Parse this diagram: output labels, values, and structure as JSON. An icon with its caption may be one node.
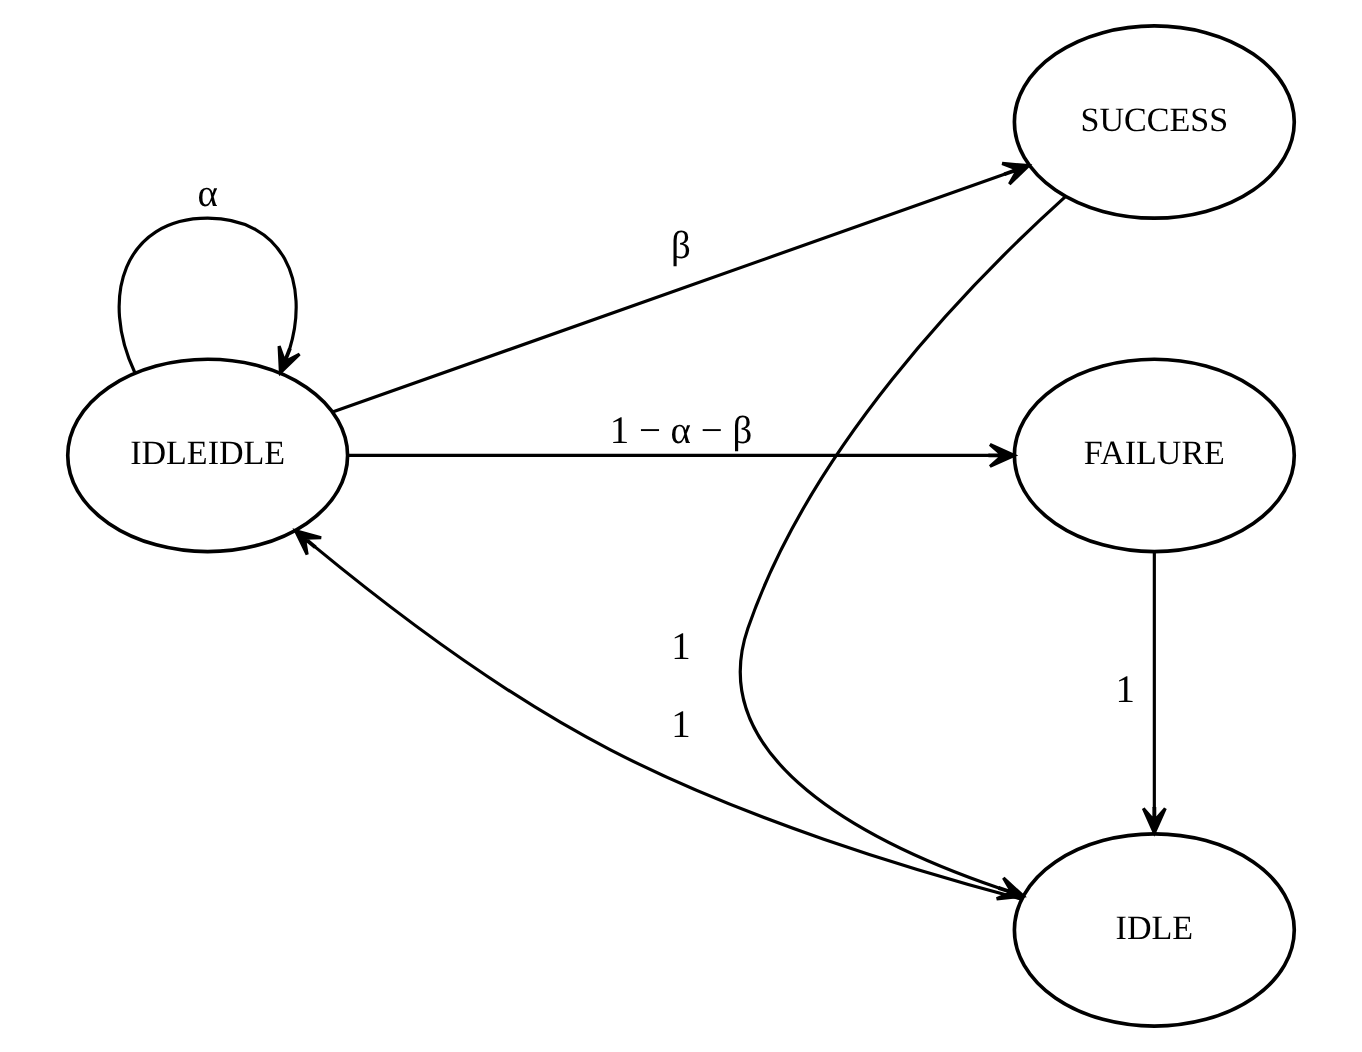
{
  "diagram": {
    "nodes": [
      {
        "text": [
          "IDLEIDLE"
        ]
      },
      {
        "text": [
          "SUCCESS"
        ]
      },
      {
        "text": [
          "IDLE"
        ]
      },
      {
        "text": [
          "FAILURE"
        ]
      }
    ],
    "edges": [
      {
        "from": 0,
        "to": 0,
        "arrow": "to",
        "label": "α"
      },
      {
        "from": 0,
        "to": 1,
        "arrow": "to",
        "label": "β"
      },
      {
        "from": 1,
        "to": 2,
        "arrow": "to",
        "label": "1"
      },
      {
        "from": 2,
        "to": 0,
        "arrow": "to",
        "label": "1"
      },
      {
        "from": 0,
        "to": 3,
        "arrow": "to",
        "label": "1 − α − β"
      },
      {
        "from": 3,
        "to": 2,
        "arrow": "to",
        "label": "1"
      }
    ]
  }
}
